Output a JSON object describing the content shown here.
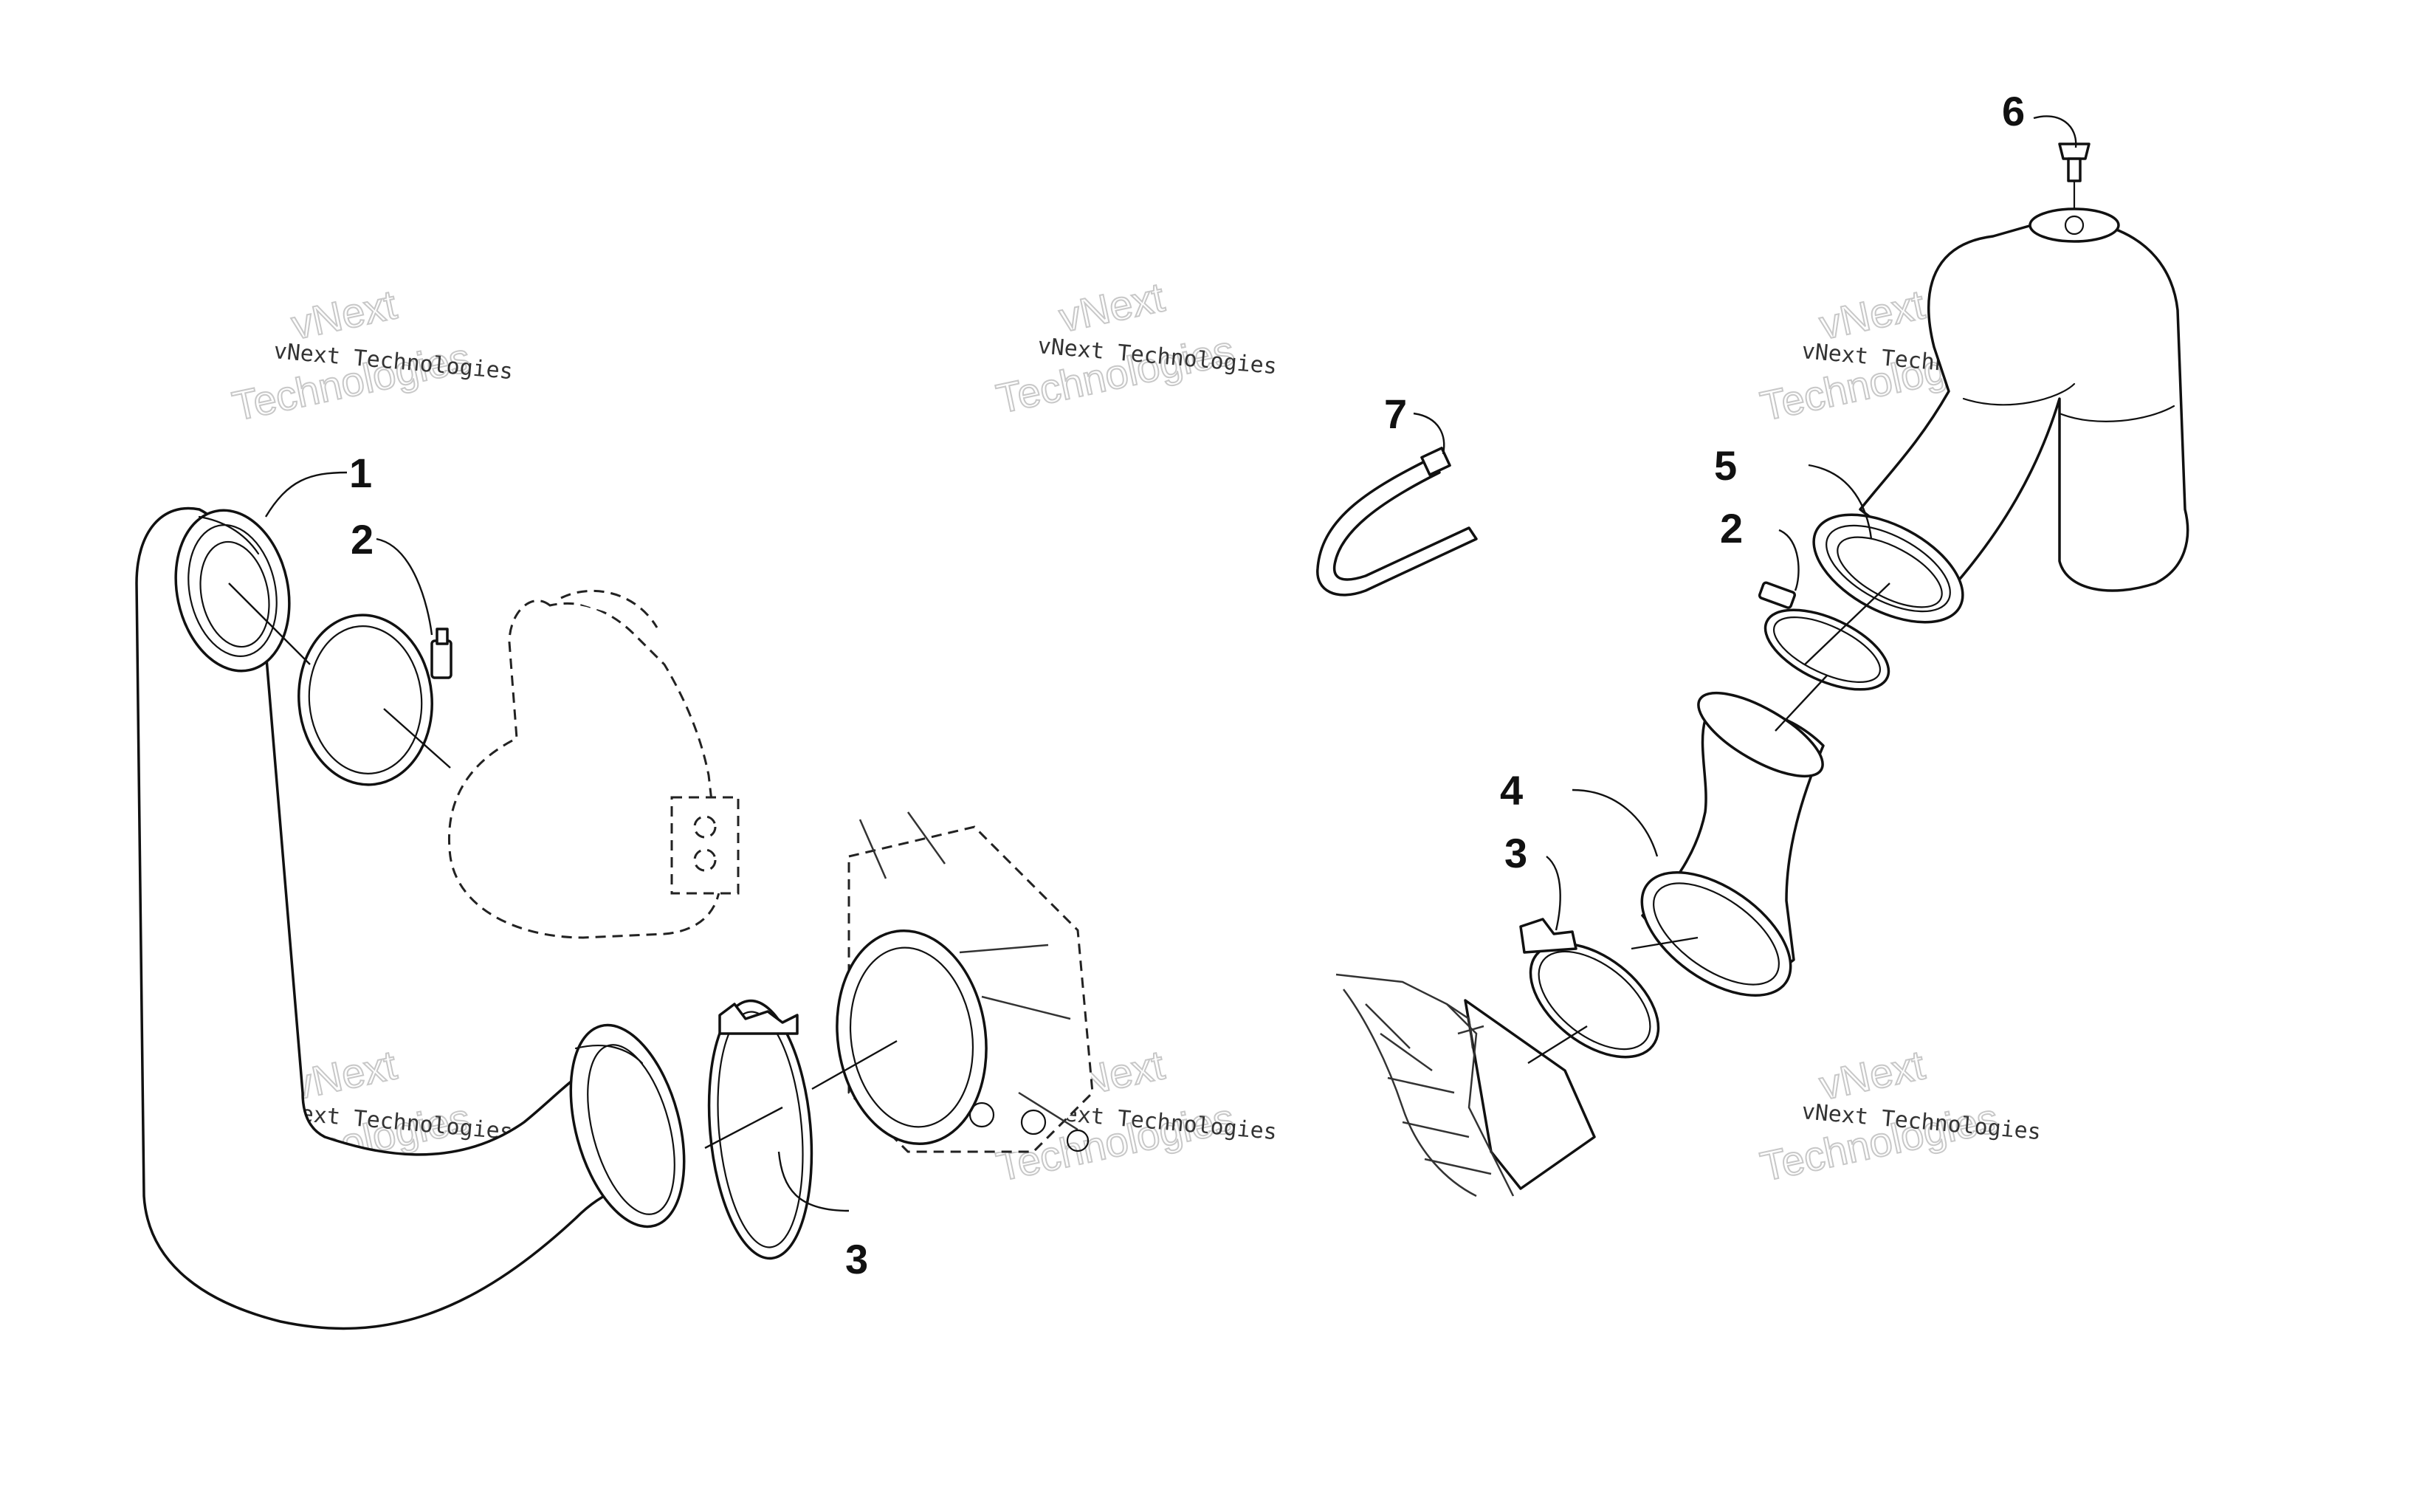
{
  "watermark": {
    "line1": "vNext Technologies",
    "line2": "vNext",
    "line3": "Technologies"
  },
  "callouts": [
    {
      "id": "c1",
      "label": "1"
    },
    {
      "id": "c2a",
      "label": "2"
    },
    {
      "id": "c3a",
      "label": "3"
    },
    {
      "id": "c7",
      "label": "7"
    },
    {
      "id": "c6",
      "label": "6"
    },
    {
      "id": "c5",
      "label": "5"
    },
    {
      "id": "c2b",
      "label": "2"
    },
    {
      "id": "c4",
      "label": "4"
    },
    {
      "id": "c3b",
      "label": "3"
    }
  ]
}
